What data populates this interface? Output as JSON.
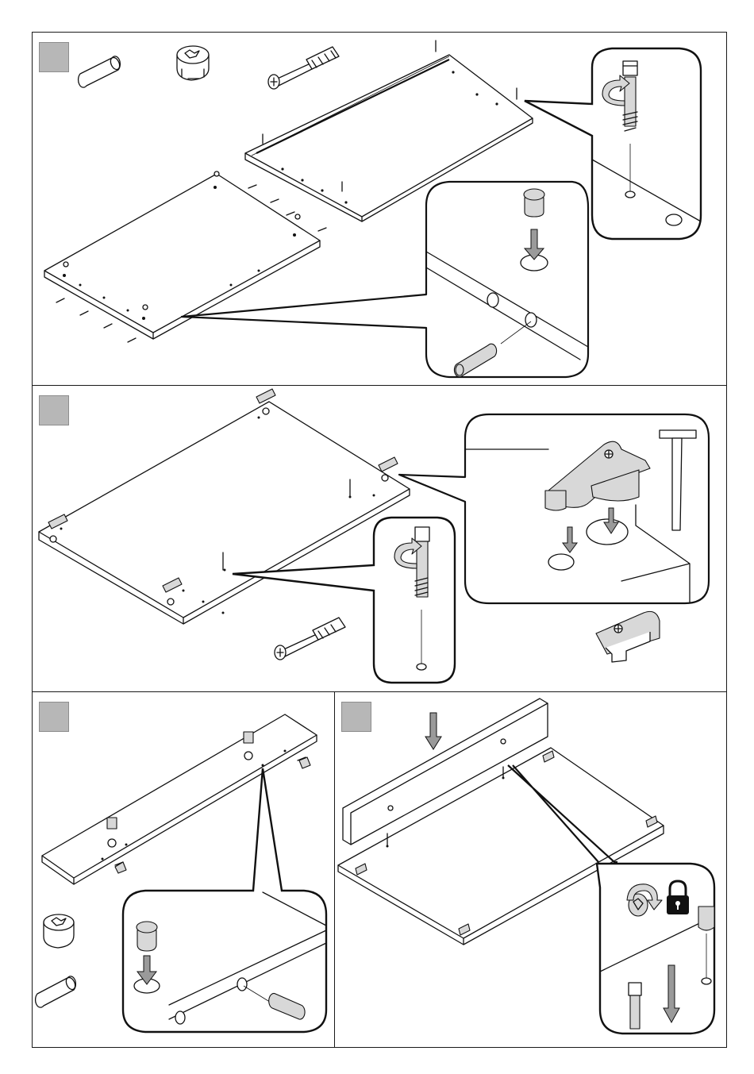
{
  "document": {
    "step_badge_color": "#b7b7b7",
    "line_color": "#111111",
    "fill_gray": "#d8d8d8"
  },
  "steps": [
    {
      "parts": [
        "dowel",
        "cam-lock",
        "cam-bolt"
      ]
    },
    {
      "parts": [
        "cam-bolt",
        "cam-connector-clip"
      ],
      "tools": [
        "hammer-icon"
      ]
    },
    {
      "parts": [
        "cam-lock",
        "dowel"
      ]
    },
    {
      "actions": [
        "rotate-lock-icon",
        "padlock-icon"
      ]
    }
  ]
}
